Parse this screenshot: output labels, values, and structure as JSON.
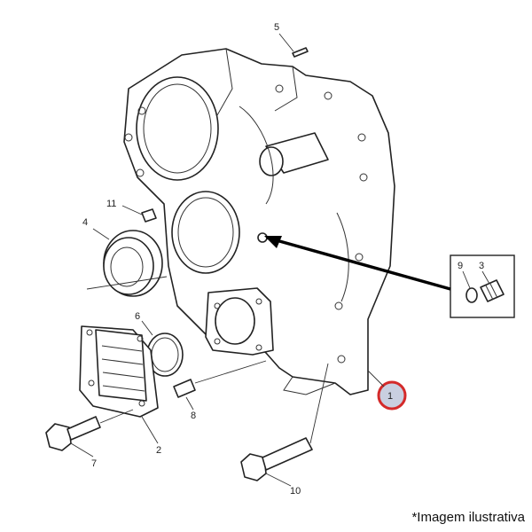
{
  "callouts": {
    "c1": "1",
    "c2": "2",
    "c3": "3",
    "c4": "4",
    "c5": "5",
    "c6": "6",
    "c7": "7",
    "c8": "8",
    "c9": "9",
    "c10": "10",
    "c11": "11"
  },
  "highlight_color": "#d42a2a",
  "highlight_fill": "#c9cfe0",
  "caption": "*Imagem ilustrativa"
}
